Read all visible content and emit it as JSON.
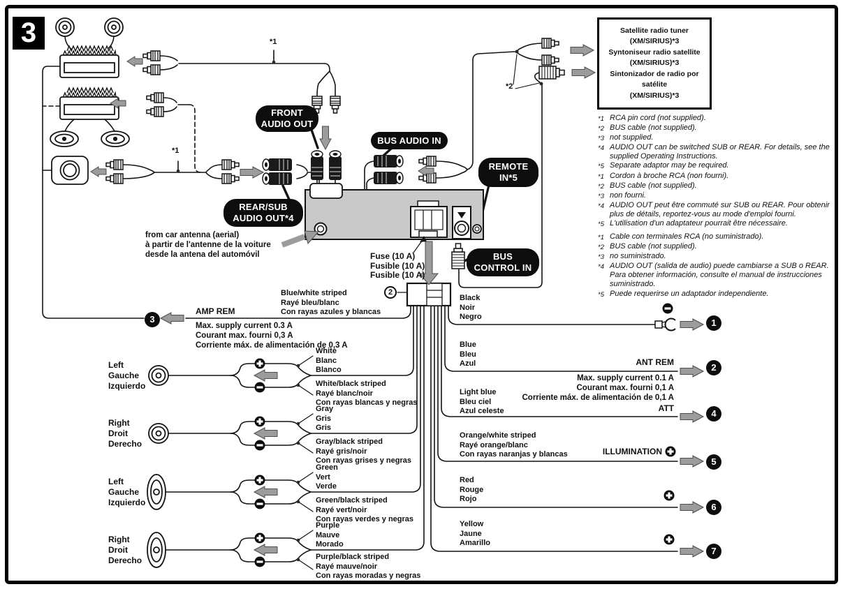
{
  "step": "3",
  "satellite": {
    "l0": "Satellite radio tuner",
    "l1": "(XM/SIRIUS)*3",
    "l2": "Syntoniseur radio satellite",
    "l3": "(XM/SIRIUS)*3",
    "l4": "Sintonizador de radio por satélite",
    "l5": "(XM/SIRIUS)*3"
  },
  "labels": {
    "front": [
      "FRONT",
      "AUDIO OUT"
    ],
    "bus_in": "BUS AUDIO IN",
    "remote": [
      "REMOTE",
      "IN*5"
    ],
    "rear_sub": [
      "REAR/SUB",
      "AUDIO OUT*4"
    ],
    "bus_ctrl": [
      "BUS",
      "CONTROL IN"
    ]
  },
  "markers": {
    "top": "*1",
    "left": "*1",
    "bus": "*2",
    "conn": "2"
  },
  "antenna": [
    "from car antenna (aerial)",
    "à partir de l'antenne de la voiture",
    "desde la antena del automóvil"
  ],
  "fuse": [
    "Fuse (10 A)",
    "Fusible (10 A)",
    "Fusible (10 A)"
  ],
  "amp_rem": {
    "wire": [
      "Blue/white striped",
      "Rayé bleu/blanc",
      "Con rayas azules y blancas"
    ],
    "label": "AMP REM",
    "current": [
      "Max. supply current 0.3 A",
      "Courant max. fourni 0,3 A",
      "Corriente máx. de alimentación de 0,3 A"
    ],
    "num": "3"
  },
  "speakers": [
    {
      "pos": [
        "Left",
        "Gauche",
        "Izquierdo"
      ],
      "plus": [
        "White",
        "Blanc",
        "Blanco"
      ],
      "minus": [
        "White/black striped",
        "Rayé blanc/noir",
        "Con rayas blancas y negras"
      ]
    },
    {
      "pos": [
        "Right",
        "Droit",
        "Derecho"
      ],
      "plus": [
        "Gray",
        "Gris",
        "Gris"
      ],
      "minus": [
        "Gray/black striped",
        "Rayé gris/noir",
        "Con rayas grises y negras"
      ]
    },
    {
      "pos": [
        "Left",
        "Gauche",
        "Izquierdo"
      ],
      "plus": [
        "Green",
        "Vert",
        "Verde"
      ],
      "minus": [
        "Green/black striped",
        "Rayé vert/noir",
        "Con rayas verdes y negras"
      ]
    },
    {
      "pos": [
        "Right",
        "Droit",
        "Derecho"
      ],
      "plus": [
        "Purple",
        "Mauve",
        "Morado"
      ],
      "minus": [
        "Purple/black striped",
        "Rayé mauve/noir",
        "Con rayas moradas y negras"
      ]
    }
  ],
  "wires": [
    {
      "color": [
        "Black",
        "Noir",
        "Negro"
      ],
      "num": "1"
    },
    {
      "color": [
        "Blue",
        "Bleu",
        "Azul"
      ],
      "label": "ANT REM",
      "current": [
        "Max. supply current 0.1 A",
        "Courant max. fourni 0,1 A",
        "Corriente máx. de alimentación de 0,1 A"
      ],
      "num": "2"
    },
    {
      "color": [
        "Light blue",
        "Bleu ciel",
        "Azul celeste"
      ],
      "label": "ATT",
      "num": "4"
    },
    {
      "color": [
        "Orange/white striped",
        "Rayé orange/blanc",
        "Con rayas naranjas y blancas"
      ],
      "label": "ILLUMINATION",
      "num": "5"
    },
    {
      "color": [
        "Red",
        "Rouge",
        "Rojo"
      ],
      "num": "6"
    },
    {
      "color": [
        "Yellow",
        "Jaune",
        "Amarillo"
      ],
      "num": "7"
    }
  ],
  "footnotes": {
    "en": [
      {
        "m": "*1",
        "t": "RCA pin cord (not supplied)."
      },
      {
        "m": "*2",
        "t": "BUS cable (not supplied)."
      },
      {
        "m": "*3",
        "t": "not supplied."
      },
      {
        "m": "*4",
        "t": "AUDIO OUT can be switched SUB or REAR. For details, see the supplied Operating Instructions."
      },
      {
        "m": "*5",
        "t": "Separate adaptor may be required."
      }
    ],
    "fr": [
      {
        "m": "*1",
        "t": "Cordon à broche RCA (non fourni)."
      },
      {
        "m": "*2",
        "t": "BUS cable (not supplied)."
      },
      {
        "m": "*3",
        "t": "non fourni."
      },
      {
        "m": "*4",
        "t": "AUDIO OUT peut être commuté sur SUB ou REAR. Pour obtenir plus de détails, reportez-vous au mode d'emploi fourni."
      },
      {
        "m": "*5",
        "t": "L'utilisation d'un adaptateur pourrait être nécessaire."
      }
    ],
    "es": [
      {
        "m": "*1",
        "t": "Cable con terminales RCA (no suministrado)."
      },
      {
        "m": "*2",
        "t": "BUS cable (not supplied)."
      },
      {
        "m": "*3",
        "t": "no suministrado."
      },
      {
        "m": "*4",
        "t": "AUDIO OUT (salida de audio) puede cambiarse a SUB o REAR. Para obtener información, consulte el manual de instrucciones suministrado."
      },
      {
        "m": "*5",
        "t": "Puede requerirse un adaptador independiente."
      }
    ]
  }
}
